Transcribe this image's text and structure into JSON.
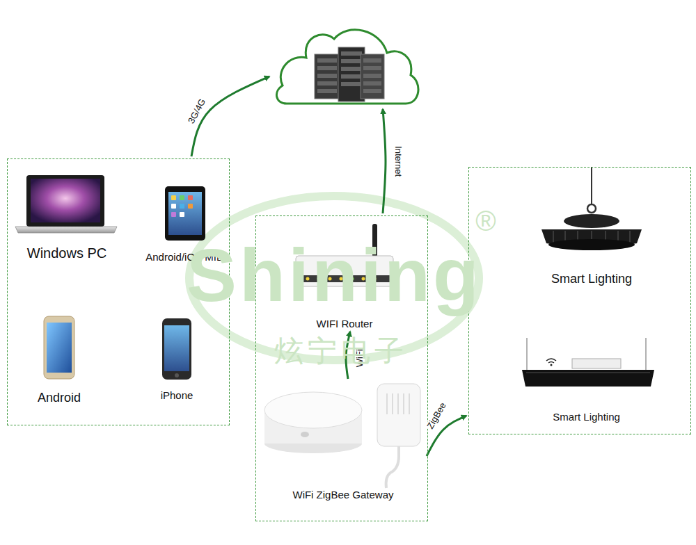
{
  "diagram": {
    "nodes": [
      {
        "text": []
      },
      {
        "text": []
      },
      {
        "text": [
          "Windows PC"
        ],
        "in": 1
      },
      {
        "text": [
          "Android/iOS MID"
        ],
        "in": 1
      },
      {
        "text": [
          "Android"
        ],
        "in": 1
      },
      {
        "text": [
          "iPhone"
        ],
        "in": 1
      },
      {
        "text": []
      },
      {
        "text": [
          "WIFI Router"
        ],
        "in": 6
      },
      {
        "text": [
          "WiFi ZigBee Gateway"
        ],
        "in": 6
      },
      {
        "text": []
      },
      {
        "text": [
          "Smart Lighting"
        ],
        "in": 9
      },
      {
        "text": [
          "Smart Lighting"
        ],
        "in": 9
      }
    ],
    "edges": [
      {
        "from": 1,
        "to": 0,
        "label": "3G/4G",
        "arrow": "to"
      },
      {
        "from": 6,
        "to": 0,
        "label": "Internet",
        "arrow": "to"
      },
      {
        "from": 8,
        "to": 7,
        "label": "WiFi",
        "arrow": "to"
      },
      {
        "from": 8,
        "to": 9,
        "label": "ZigBee",
        "arrow": "to"
      }
    ],
    "labels": [
      "Shining",
      "炫宁电子",
      "®"
    ]
  }
}
